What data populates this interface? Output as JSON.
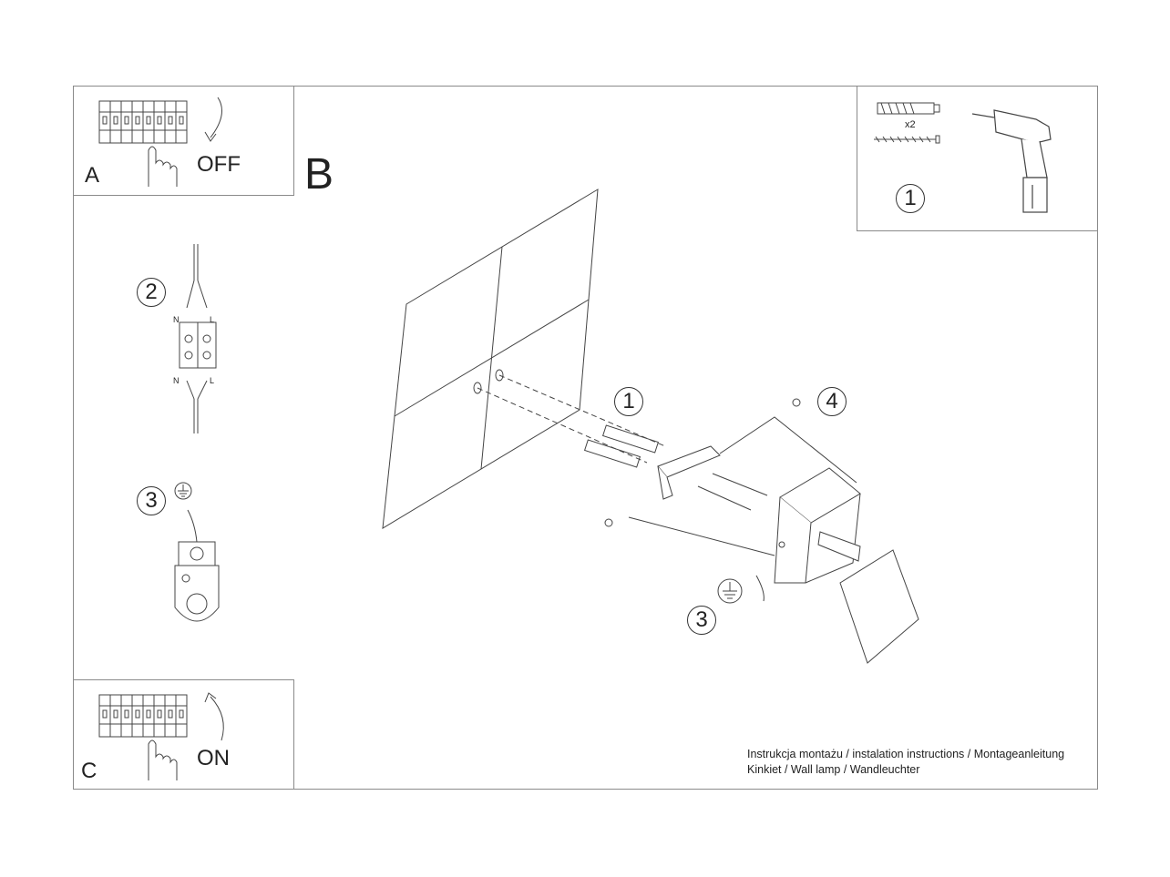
{
  "sections": {
    "a": {
      "letter": "A",
      "action": "OFF"
    },
    "b": {
      "letter": "B"
    },
    "c": {
      "letter": "C",
      "action": "ON"
    }
  },
  "steps": {
    "wiring": "2",
    "earth": "3",
    "tools": "1",
    "anchors": "1",
    "screw_cap": "4",
    "ground": "3"
  },
  "wire_labels": {
    "n_top": "N",
    "l_top": "L",
    "n_bottom": "N",
    "l_bottom": "L"
  },
  "tools": {
    "quantity": "x2"
  },
  "caption": {
    "line1": "Instrukcja montażu / instalation instructions / Montageanleitung",
    "line2": "Kinkiet / Wall lamp / Wandleuchter"
  }
}
